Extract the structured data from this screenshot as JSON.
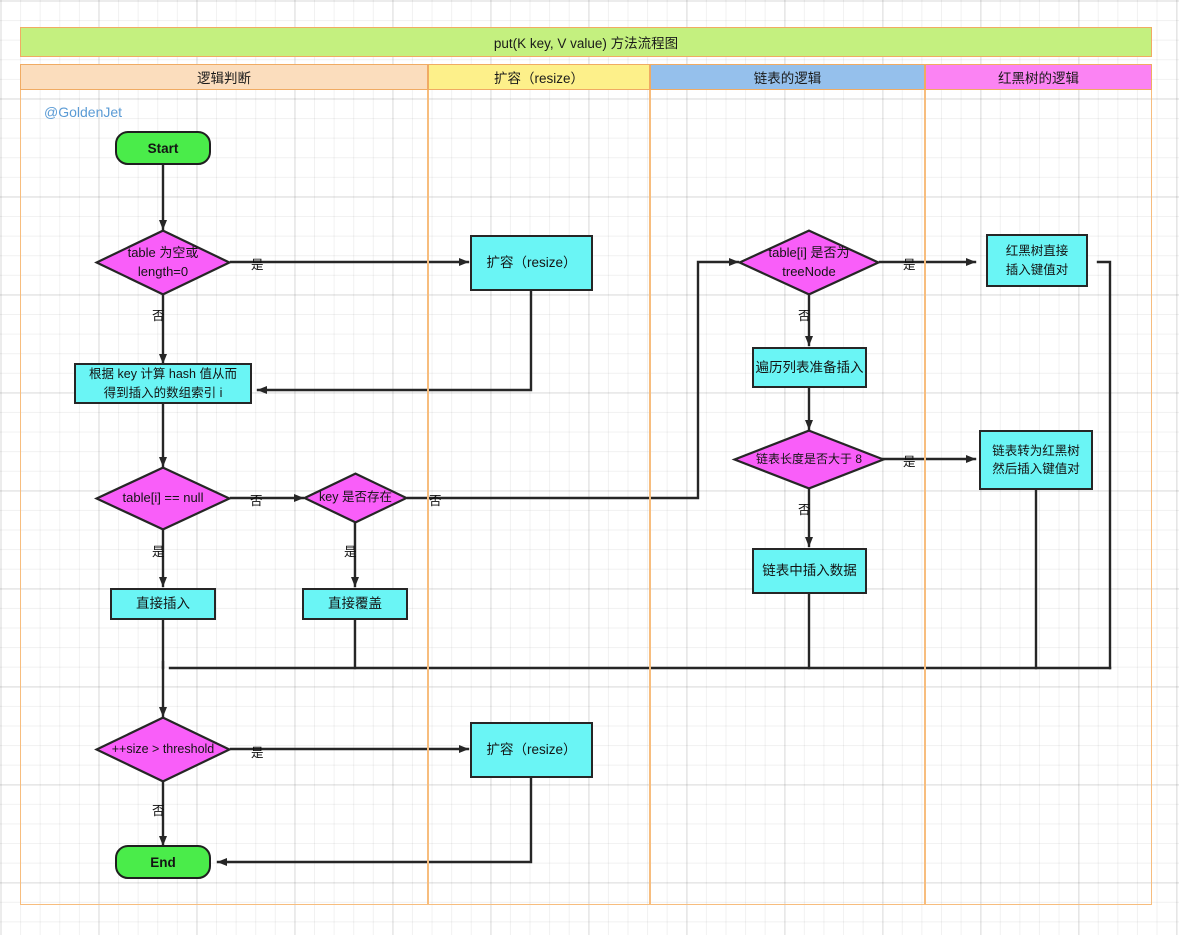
{
  "diagram": {
    "title": "put(K key, V value) 方法流程图",
    "watermark": "@GoldenJet",
    "lanes": [
      {
        "label": "逻辑判断",
        "color": "#fbddbd"
      },
      {
        "label": "扩容（resize）",
        "color": "#fdf08a"
      },
      {
        "label": "链表的逻辑",
        "color": "#95c0ec"
      },
      {
        "label": "红黑树的逻辑",
        "color": "#fb83f3"
      }
    ],
    "title_color": "#c4f07f",
    "nodes": {
      "start": "Start",
      "end": "End",
      "table_empty": "table 为空或\nlength=0",
      "resize_top": "扩容（resize）",
      "calc_hash": "根据 key 计算 hash 值从而\n得到插入的数组索引 i",
      "table_i_null": "table[i] == null",
      "key_exists": "key 是否存在",
      "direct_insert": "直接插入",
      "direct_overwrite": "直接覆盖",
      "is_treenode": "table[i] 是否为\ntreeNode",
      "traverse_list": "遍历列表准备插入",
      "list_len_gt8": "链表长度是否大于 8",
      "insert_into_list": "链表中插入数据",
      "tree_direct_insert": "红黑树直接\n插入键值对",
      "list_to_tree": "链表转为红黑树\n然后插入键值对",
      "size_gt_threshold": "++size > threshold",
      "resize_bottom": "扩容（resize）"
    },
    "edge_labels": {
      "yes": "是",
      "no": "否"
    },
    "node_colors": {
      "process": "#6af5f5",
      "decision": "#f95ef9",
      "terminator": "#4aec4a",
      "stroke": "#262626"
    }
  }
}
